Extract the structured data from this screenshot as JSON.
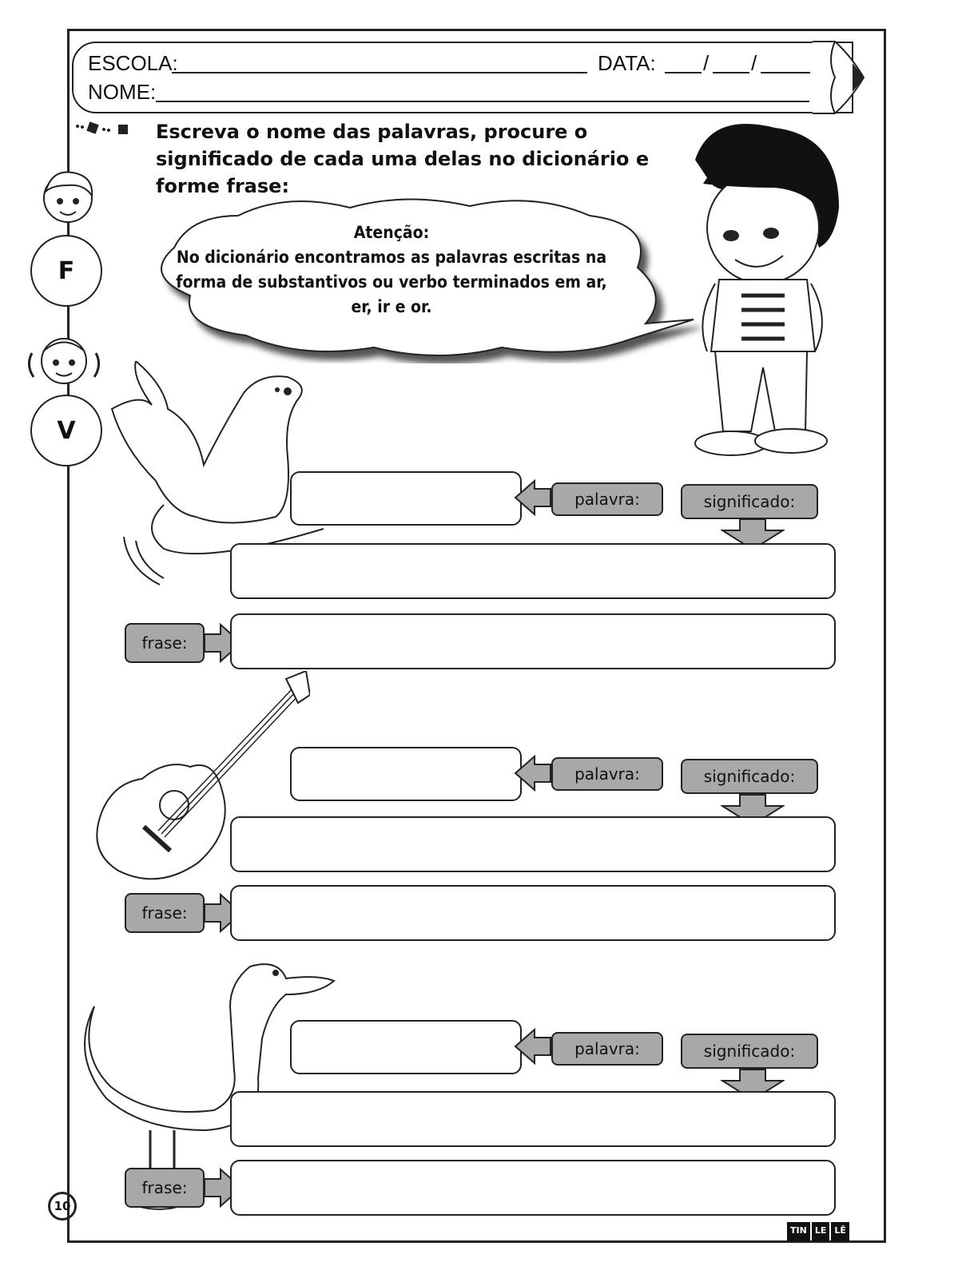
{
  "header": {
    "school_label": "ESCOLA:",
    "date_label": "DATA:",
    "date_separators": "/",
    "name_label": "NOME:"
  },
  "instructions": "Escreva o nome das palavras, procure  o significado de cada uma delas no dicionário e forme frase:",
  "bubble": {
    "title": "Atenção:",
    "body": "No dicionário encontramos as palavras escritas na forma de substantivos ou verbo terminados em ar, er, ir e or."
  },
  "side_badges": [
    "F",
    "V"
  ],
  "exercises": [
    {
      "picture": "seal",
      "word_tag": "palavra:",
      "meaning_tag": "significado:",
      "sentence_tag": "frase:"
    },
    {
      "picture": "guitar",
      "word_tag": "palavra:",
      "meaning_tag": "significado:",
      "sentence_tag": "frase:"
    },
    {
      "picture": "ostrich",
      "word_tag": "palavra:",
      "meaning_tag": "significado:",
      "sentence_tag": "frase:"
    }
  ],
  "footer": {
    "page_number": "10",
    "logo_parts": [
      "TIN",
      "LE",
      "LÊ"
    ]
  }
}
